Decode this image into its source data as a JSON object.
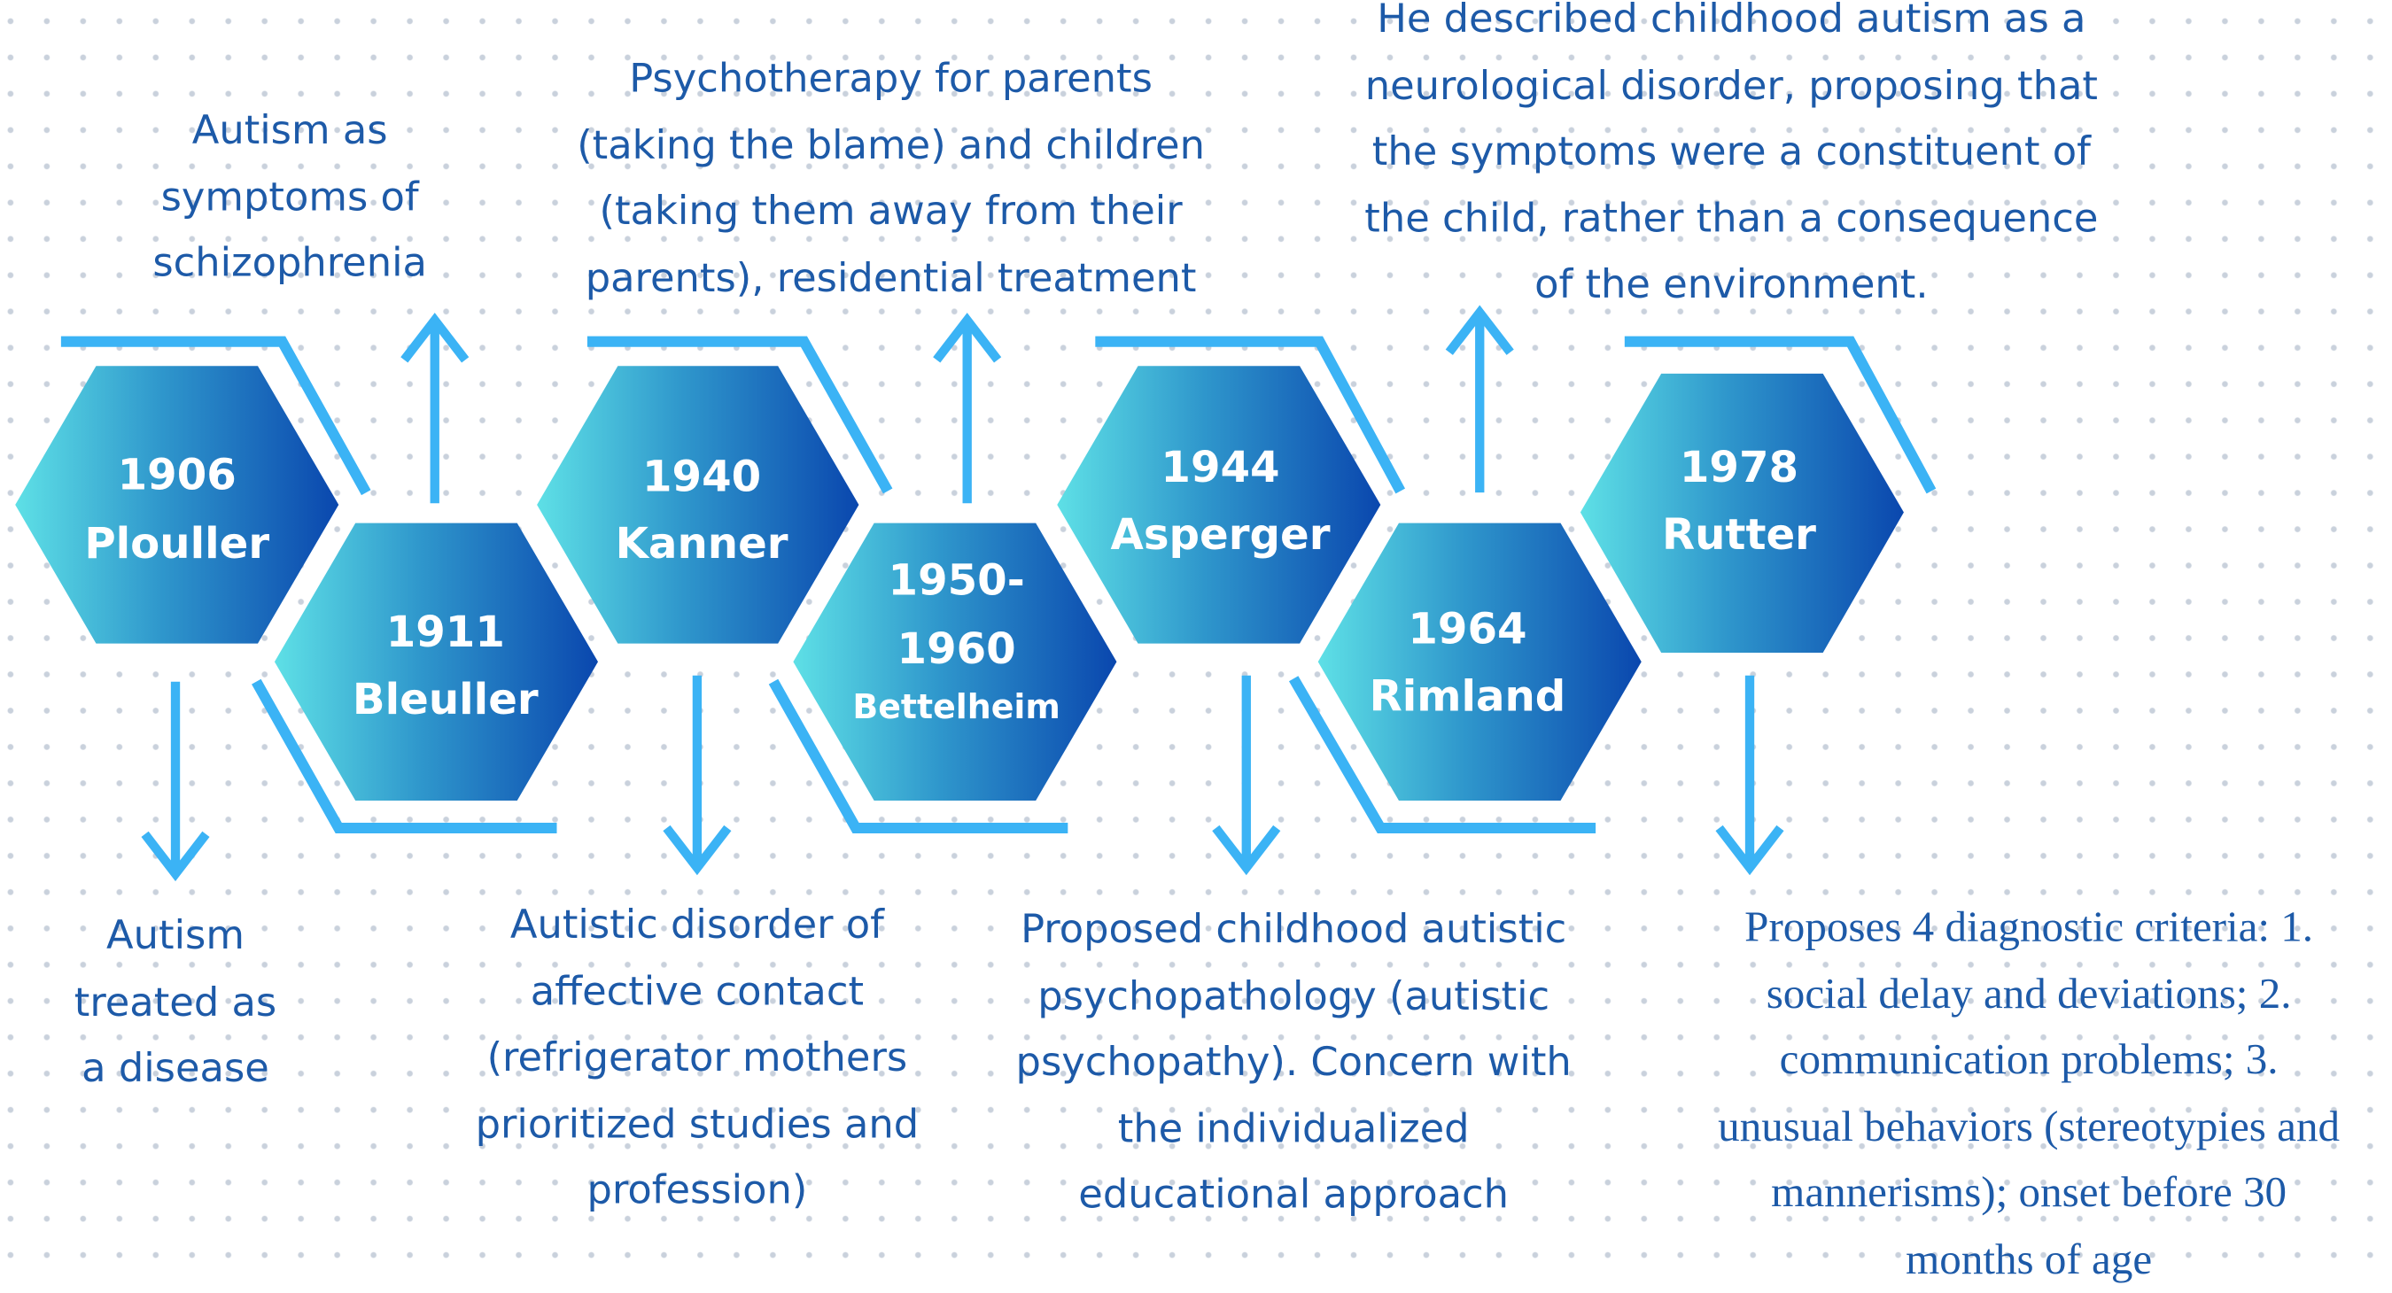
{
  "colors": {
    "accent_line": "#3bb3f5",
    "hex_gradient_start": "#5ee0e6",
    "hex_gradient_end": "#0a47ae",
    "text": "#1d5aa8"
  },
  "milestones": [
    {
      "year": "1906",
      "name": "Plouller",
      "note_lines": [
        "Autism",
        "treated as",
        "a disease"
      ]
    },
    {
      "year": "1911",
      "name": "Bleuller",
      "note_lines": [
        "Autism as",
        "symptoms of",
        "schizophrenia"
      ]
    },
    {
      "year": "1940",
      "name": "Kanner",
      "note_lines": [
        "Autistic disorder of",
        "affective contact",
        "(refrigerator mothers",
        "prioritized studies and",
        "profession)"
      ]
    },
    {
      "year_line1": "1950-",
      "year_line2": "1960",
      "name": "Bettelheim",
      "note_lines": [
        "Psychotherapy for parents",
        "(taking the blame) and children",
        "(taking them away from their",
        "parents), residential treatment"
      ]
    },
    {
      "year": "1944",
      "name": "Asperger",
      "note_lines": [
        "Proposed childhood autistic",
        "psychopathology (autistic",
        "psychopathy). Concern with",
        "the individualized",
        "educational approach"
      ]
    },
    {
      "year": "1964",
      "name": "Rimland",
      "note_lines": [
        "He described childhood autism as a",
        "neurological disorder, proposing that",
        "the symptoms were a constituent of",
        "the child, rather than a consequence",
        "of the environment."
      ]
    },
    {
      "year": "1978",
      "name": "Rutter",
      "note_lines": [
        "Proposes 4 diagnostic criteria: 1.",
        "social delay and deviations; 2.",
        "communication problems; 3.",
        "unusual behaviors (stereotypies and",
        "mannerisms); onset before 30",
        "months of age"
      ]
    }
  ]
}
